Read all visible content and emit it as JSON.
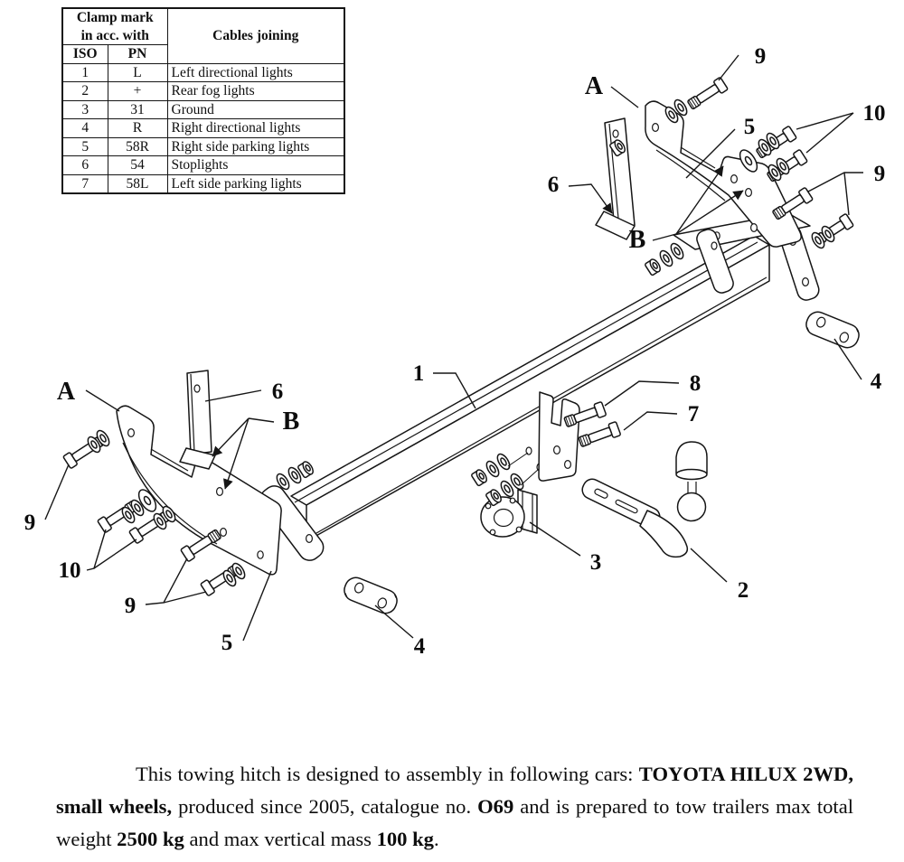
{
  "clamp_table": {
    "header": {
      "line1": "Clamp mark",
      "line2": "in acc. with",
      "iso": "ISO",
      "pn": "PN",
      "cables": "Cables joining"
    },
    "rows": [
      {
        "iso": "1",
        "pn": "L",
        "cable": "Left directional lights"
      },
      {
        "iso": "2",
        "pn": "+",
        "cable": "Rear fog lights"
      },
      {
        "iso": "3",
        "pn": "31",
        "cable": "Ground"
      },
      {
        "iso": "4",
        "pn": "R",
        "cable": "Right directional lights"
      },
      {
        "iso": "5",
        "pn": "58R",
        "cable": "Right side parking lights"
      },
      {
        "iso": "6",
        "pn": "54",
        "cable": "Stoplights"
      },
      {
        "iso": "7",
        "pn": "58L",
        "cable": "Left side parking lights"
      }
    ]
  },
  "diagram": {
    "callouts": {
      "a_right": "A",
      "nine_top": "9",
      "five_right": "5",
      "ten_right": "10",
      "nine_right": "9",
      "six_right": "6",
      "b_right": "B",
      "beam": "1",
      "eight": "8",
      "seven": "7",
      "four_right": "4",
      "a_left": "A",
      "six_left": "6",
      "b_left": "B",
      "nine_upper_left": "9",
      "ten_left": "10",
      "nine_lower_left": "9",
      "five_left": "5",
      "socket": "3",
      "ball": "2",
      "four_bottom": "4"
    }
  },
  "description": {
    "seg1": "This towing hitch is designed to assembly in following cars: ",
    "bold1": "TOYOTA HILUX 2WD, small wheels,",
    "seg2": " produced since 2005, catalogue no. ",
    "bold2": "O69",
    "seg3": " and is prepared to tow trailers max total weight ",
    "bold3": "2500 kg",
    "seg4": " and max vertical mass ",
    "bold4": "100 kg",
    "seg5": "."
  }
}
